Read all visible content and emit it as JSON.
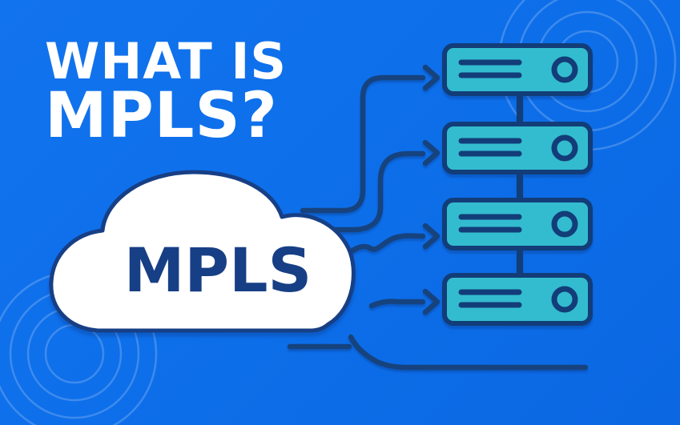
{
  "title": {
    "line1": "WHAT IS",
    "line2": "MPLS?"
  },
  "cloud": {
    "label": "MPLS"
  },
  "diagram": {
    "description": "MPLS cloud routing traffic to a stack of network devices",
    "server_count": 4,
    "arrow_count": 4,
    "ripple_locations": [
      "top-right",
      "bottom-left"
    ]
  },
  "colors": {
    "bg": "#0d6ee9",
    "bg-light": "#1273ee",
    "bg-dark": "#0b67e2",
    "navy": "#173f85",
    "navy-stroke": "#16437e",
    "server-fill": "#33bccf",
    "server-stroke": "#123d78",
    "white": "#ffffff",
    "ripple": "rgba(255,255,255,0.20)"
  }
}
